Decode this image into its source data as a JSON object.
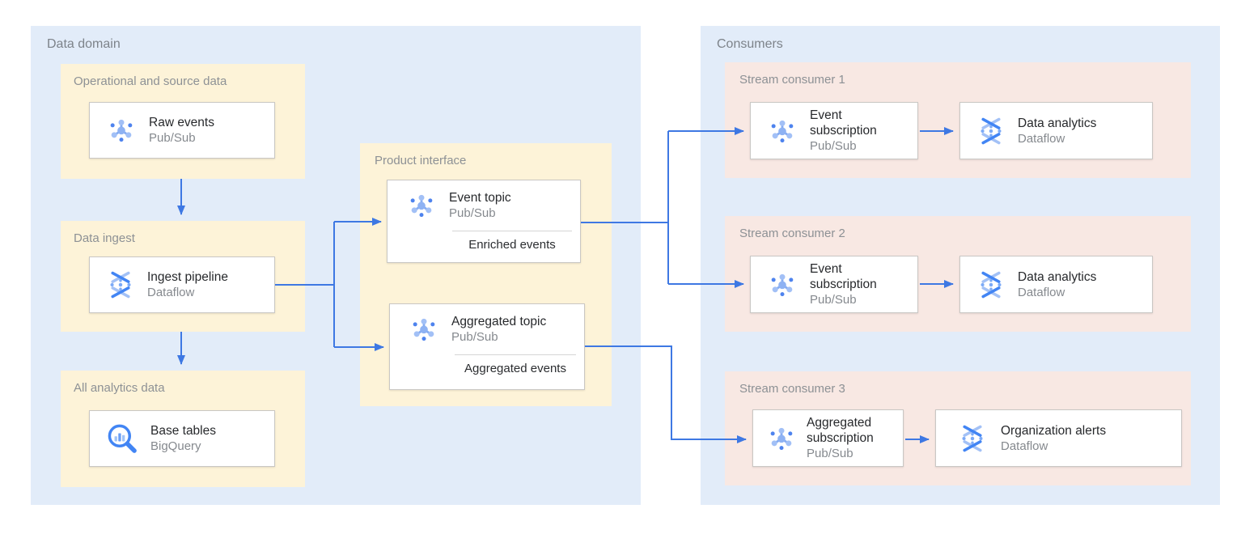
{
  "colors": {
    "arrow_blue": "#3e78e3",
    "panel_blue": "#e2ecf9",
    "group_yellow": "#fdf3d8",
    "group_pink": "#f8e8e3",
    "icon_blue_dark": "#4285f4",
    "icon_blue_light": "#9db9f4"
  },
  "data_domain": {
    "label": "Data domain",
    "groups": {
      "operational_source": {
        "label": "Operational and source data",
        "card": {
          "title": "Raw events",
          "subtitle": "Pub/Sub",
          "icon": "pubsub"
        }
      },
      "data_ingest": {
        "label": "Data ingest",
        "card": {
          "title": "Ingest pipeline",
          "subtitle": "Dataflow",
          "icon": "dataflow"
        }
      },
      "all_analytics": {
        "label": "All analytics data",
        "card": {
          "title": "Base tables",
          "subtitle": "BigQuery",
          "icon": "bigquery"
        }
      },
      "product_interface": {
        "label": "Product interface",
        "cards": {
          "event_topic": {
            "title": "Event topic",
            "subtitle": "Pub/Sub",
            "annotation": "Enriched events",
            "icon": "pubsub"
          },
          "aggregated_topic": {
            "title": "Aggregated topic",
            "subtitle": "Pub/Sub",
            "annotation": "Aggregated events",
            "icon": "pubsub"
          }
        }
      }
    }
  },
  "consumers": {
    "label": "Consumers",
    "groups": {
      "stream_consumer_1": {
        "label": "Stream consumer 1",
        "cards": {
          "subscription": {
            "title": "Event subscription",
            "subtitle": "Pub/Sub",
            "icon": "pubsub"
          },
          "processor": {
            "title": "Data analytics",
            "subtitle": "Dataflow",
            "icon": "dataflow"
          }
        }
      },
      "stream_consumer_2": {
        "label": "Stream consumer 2",
        "cards": {
          "subscription": {
            "title": "Event subscription",
            "subtitle": "Pub/Sub",
            "icon": "pubsub"
          },
          "processor": {
            "title": "Data analytics",
            "subtitle": "Dataflow",
            "icon": "dataflow"
          }
        }
      },
      "stream_consumer_3": {
        "label": "Stream consumer 3",
        "cards": {
          "subscription": {
            "title": "Aggregated subscription",
            "subtitle": "Pub/Sub",
            "icon": "pubsub"
          },
          "processor": {
            "title": "Organization alerts",
            "subtitle": "Dataflow",
            "icon": "dataflow"
          }
        }
      }
    }
  }
}
